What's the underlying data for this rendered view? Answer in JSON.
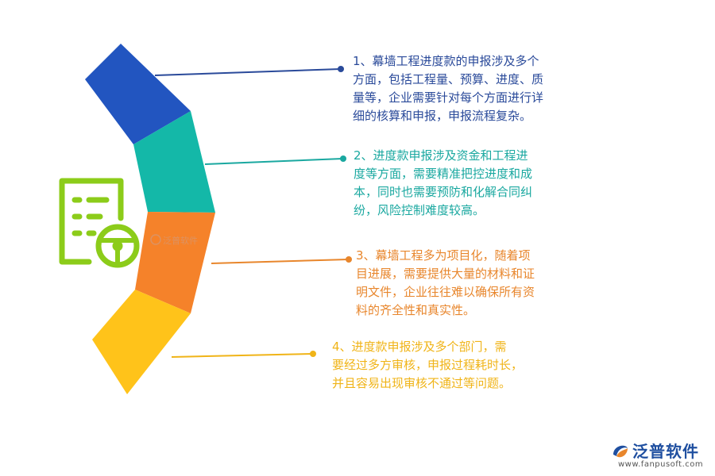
{
  "points": [
    {
      "text": "1、幕墙工程进度款的申报涉及多个\n方面，包括工程量、预算、进度、质\n量等，企业需要针对每个方面进行详\n细的核算和申报，申报流程复杂。",
      "color": "#2a4a9a"
    },
    {
      "text": "2、进度款申报涉及资金和工程进\n度等方面，需要精准把控进度和成\n本，同时也需要预防和化解合同纠\n纷，风险控制难度较高。",
      "color": "#1aa8a0"
    },
    {
      "text": "3、幕墙工程多为项目化，随着项\n目进展，需要提供大量的材料和证\n明文件，企业往往难以确保所有资\n料的齐全性和真实性。",
      "color": "#e8862c"
    },
    {
      "text": "4、进度款申报涉及多个部门，需\n要经过多方审核，申报过程耗时长，\n并且容易出现审核不通过等问题。",
      "color": "#f0b418"
    }
  ],
  "segment_colors": [
    "#2255c0",
    "#14b8a8",
    "#f5822a",
    "#ffc31a"
  ],
  "icon": {
    "name": "document-steering-wheel-icon",
    "color": "#8ccc1a"
  },
  "watermark": {
    "text": "泛普软件",
    "color": "#c8a090"
  },
  "brand": {
    "name": "泛普软件",
    "url": "www.fanpusoft.com",
    "name_color": "#1f4fa0"
  }
}
